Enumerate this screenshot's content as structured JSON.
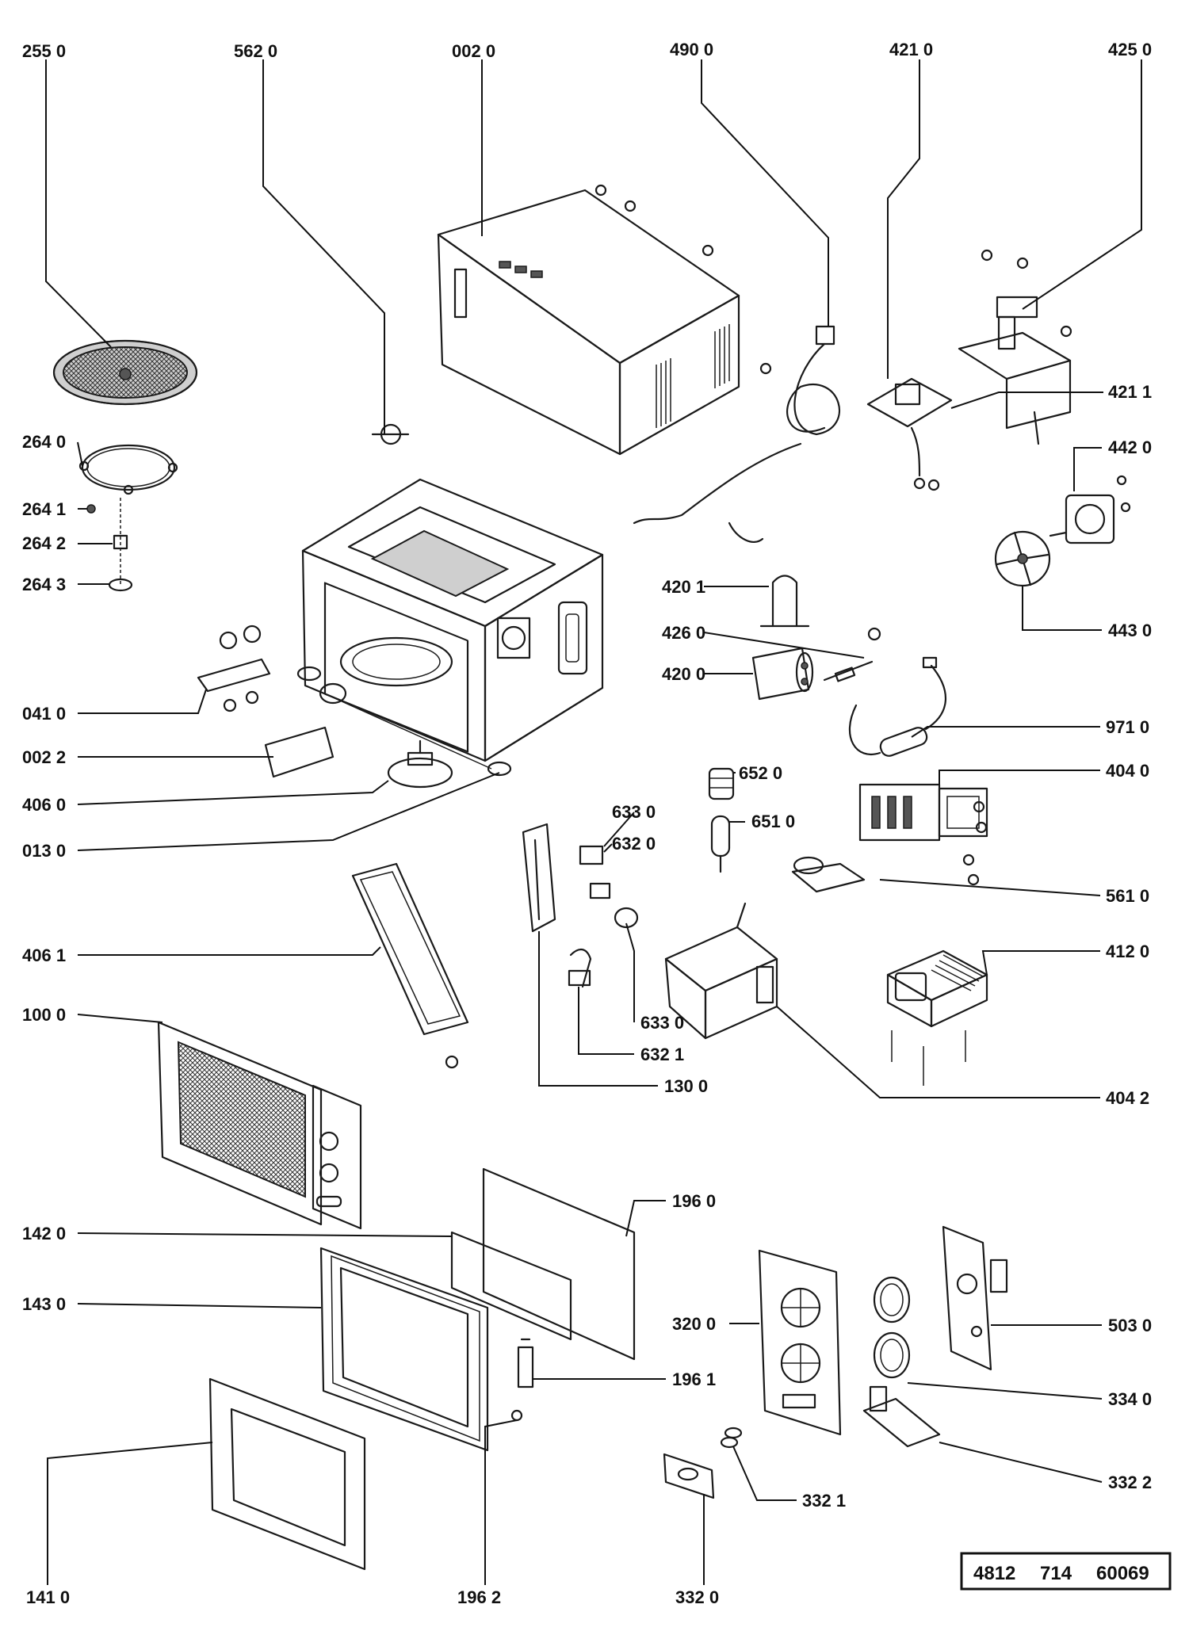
{
  "doc_number": {
    "part1": "4812",
    "part2": "714",
    "part3": "60069"
  },
  "labels": {
    "l2550": "255 0",
    "l5620": "562  0",
    "l0020": "002  0",
    "l4900": "490 0",
    "l4210": "421  0",
    "l4250": "425 0",
    "l2640": "264 0",
    "l2641": "264 1",
    "l2642": "264 2",
    "l2643": "264 3",
    "l4211": "421 1",
    "l4420": "442 0",
    "l4430": "443 0",
    "l4201": "420 1",
    "l4260": "426 0",
    "l4200": "420 0",
    "l9710": "971 0",
    "l0410": "041 0",
    "l0022": "002 2",
    "l4060": "406 0",
    "l0130": "013 0",
    "l6520": "652 0",
    "l4040": "404 0",
    "l6330a": "633 0",
    "l6320": "632 0",
    "l6510": "651 0",
    "l5610": "561 0",
    "l4061": "406 1",
    "l4120": "412 0",
    "l1000": "100 0",
    "l6330b": "633 0",
    "l6321": "632 1",
    "l1300": "130 0",
    "l4042": "404 2",
    "l1960": "196  0",
    "l1420": "142 0",
    "l1430": "143 0",
    "l3200": "320 0",
    "l5030": "503 0",
    "l1961": "196 1",
    "l3340": "334 0",
    "l3321": "332 1",
    "l3322": "332 2",
    "l1410": "141 0",
    "l1962": "196  2",
    "l3320": "332  0"
  }
}
